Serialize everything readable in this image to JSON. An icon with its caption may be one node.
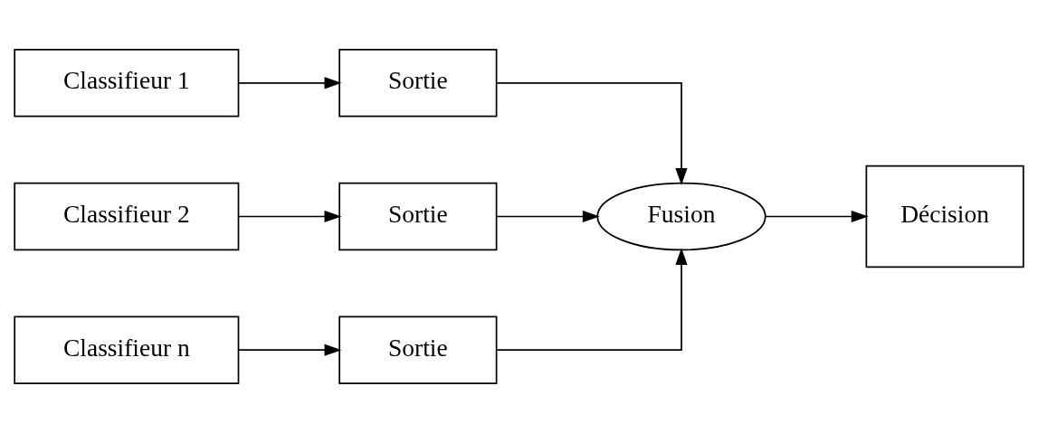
{
  "diagram": {
    "nodes": [
      {
        "text": [
          "Classifieur 1"
        ]
      },
      {
        "text": [
          "Sortie"
        ]
      },
      {
        "text": [
          "Classifieur 2"
        ]
      },
      {
        "text": [
          "Sortie"
        ]
      },
      {
        "text": [
          "Classifieur n"
        ]
      },
      {
        "text": [
          "Sortie"
        ]
      },
      {
        "text": [
          "Fusion"
        ]
      },
      {
        "text": [
          "Décision"
        ]
      }
    ],
    "edges": [
      {
        "from": 0,
        "to": 1,
        "arrow": "to"
      },
      {
        "from": 2,
        "to": 3,
        "arrow": "to"
      },
      {
        "from": 4,
        "to": 5,
        "arrow": "to"
      },
      {
        "from": 1,
        "to": 6,
        "arrow": "to"
      },
      {
        "from": 3,
        "to": 6,
        "arrow": "to"
      },
      {
        "from": 5,
        "to": 6,
        "arrow": "to"
      },
      {
        "from": 6,
        "to": 7,
        "arrow": "to"
      }
    ]
  }
}
